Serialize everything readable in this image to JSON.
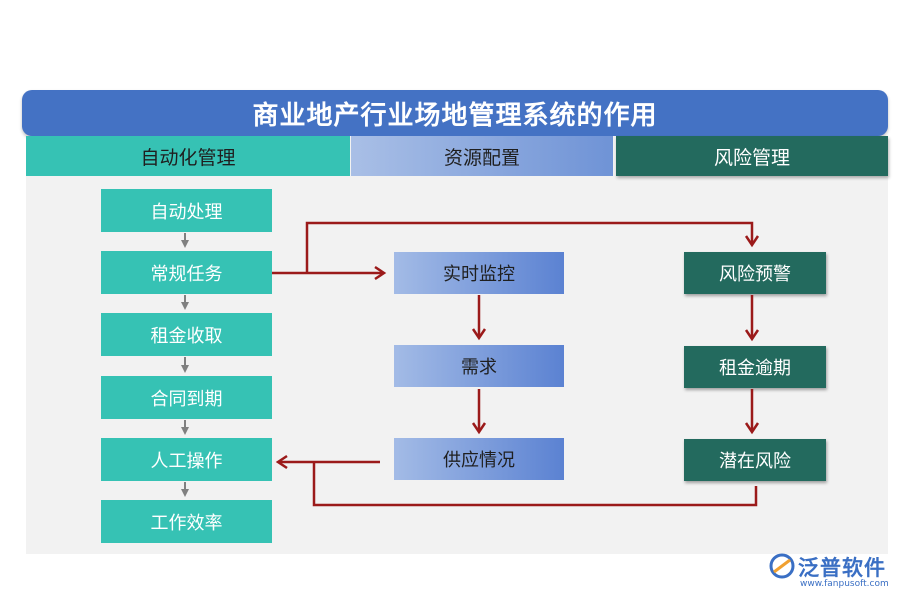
{
  "title": "商业地产行业场地管理系统的作用",
  "headers": {
    "auto": "自动化管理",
    "resource": "资源配置",
    "risk": "风险管理"
  },
  "auto_column": [
    "自动处理",
    "常规任务",
    "租金收取",
    "合同到期",
    "人工操作",
    "工作效率"
  ],
  "resource_column": [
    "实时监控",
    "需求",
    "供应情况"
  ],
  "risk_column": [
    "风险预警",
    "租金逾期",
    "潜在风险"
  ],
  "logo": {
    "name": "泛普软件",
    "url": "www.fanpusoft.com"
  },
  "colors": {
    "title": "#4472c4",
    "teal": "#36c2b4",
    "blue": "#6f93d6",
    "dark_green": "#236a5e",
    "arrow_red": "#9b1a1a",
    "arrow_gray": "#808080"
  }
}
